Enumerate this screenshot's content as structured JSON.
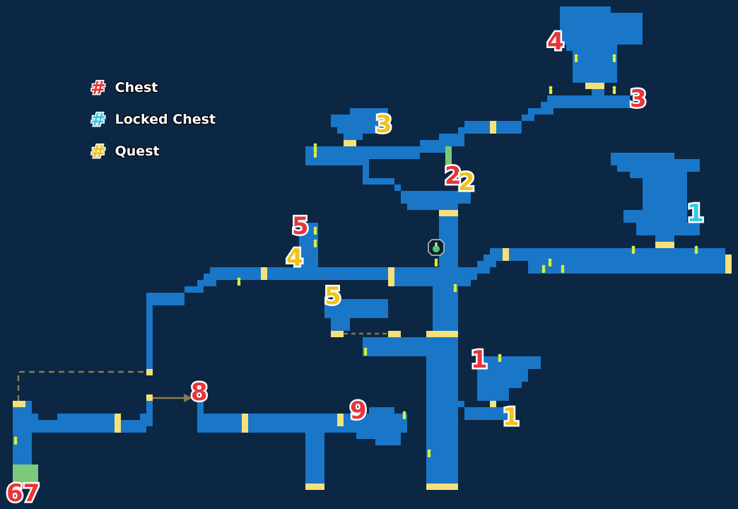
{
  "legend": {
    "chest": {
      "symbol": "#",
      "label": "Chest",
      "color": "#e8353a"
    },
    "locked": {
      "symbol": "#",
      "label": "Locked Chest",
      "color": "#35c8e8"
    },
    "quest": {
      "symbol": "#",
      "label": "Quest",
      "color": "#f2c318"
    }
  },
  "colors": {
    "background": "#0b2744",
    "room": "#1a76c6",
    "door": "#f5e07a",
    "save": "#7cc87c",
    "npc": "#d8f23a",
    "dashed": "#8a7a4a"
  },
  "markers": {
    "chest_1": "1",
    "chest_2": "2",
    "chest_3": "3",
    "chest_4": "4",
    "chest_5": "5",
    "chest_67": "67",
    "chest_8": "8",
    "chest_9": "9",
    "locked_1": "1",
    "quest_1": "1",
    "quest_2": "2",
    "quest_3": "3",
    "quest_4": "4",
    "quest_5": "5"
  },
  "icons": {
    "npc": "npc-figure-icon",
    "potion": "potion-icon"
  }
}
